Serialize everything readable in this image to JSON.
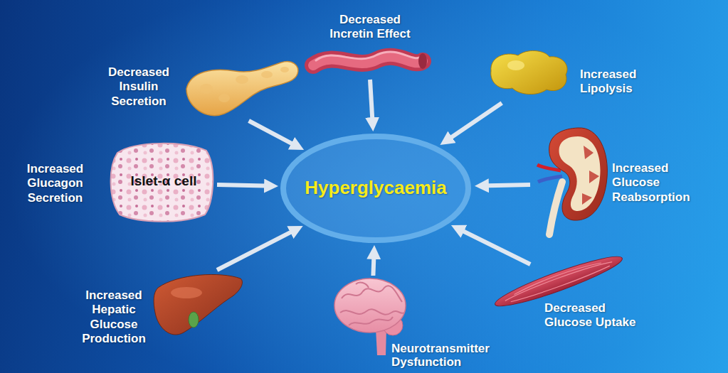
{
  "diagram": {
    "nodes": [
      {
        "text": [
          "Decreased Incretin Effect"
        ]
      },
      {
        "text": [
          "Decreased Insulin Secretion"
        ]
      },
      {
        "text": [
          "Increased Lipolysis"
        ]
      },
      {
        "text": [
          "Increased Glucagon Secretion",
          "Islet-α cell"
        ]
      },
      {
        "text": [
          "Hyperglycaemia"
        ]
      },
      {
        "text": [
          "Increased Glucose Reabsorption"
        ]
      },
      {
        "text": [
          "Increased Hepatic Glucose Production"
        ]
      },
      {
        "text": [
          "Decreased Glucose Uptake"
        ]
      },
      {
        "text": [
          "Neurotransmitter Dysfunction"
        ]
      }
    ],
    "edges": [
      {
        "from": 0,
        "to": 4,
        "arrow": "to"
      },
      {
        "from": 1,
        "to": 4,
        "arrow": "to"
      },
      {
        "from": 2,
        "to": 4,
        "arrow": "to"
      },
      {
        "from": 3,
        "to": 4,
        "arrow": "to"
      },
      {
        "from": 5,
        "to": 4,
        "arrow": "to"
      },
      {
        "from": 6,
        "to": 4,
        "arrow": "to"
      },
      {
        "from": 7,
        "to": 4,
        "arrow": "to"
      },
      {
        "from": 8,
        "to": 4,
        "arrow": "to"
      }
    ]
  }
}
